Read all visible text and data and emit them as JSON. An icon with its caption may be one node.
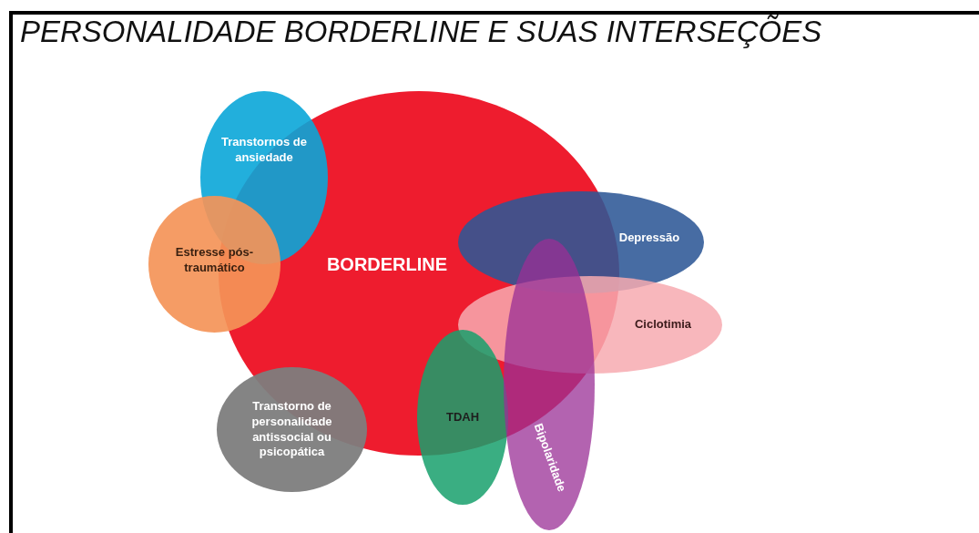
{
  "diagram": {
    "title": "PERSONALIDADE BORDERLINE E SUAS INTERSEÇÕES",
    "nodes": [
      {
        "text": [
          "BORDERLINE"
        ]
      },
      {
        "text": [
          "Transtornos de ansiedade"
        ]
      },
      {
        "text": [
          "Estresse pós-traumático"
        ]
      },
      {
        "text": [
          "Depressão"
        ]
      },
      {
        "text": [
          "Ciclotimia"
        ]
      },
      {
        "text": [
          "Transtorno de personalidade antissocial ou psicopática"
        ]
      },
      {
        "text": [
          "TDAH"
        ]
      },
      {
        "text": [
          "Bipolaridade"
        ]
      }
    ]
  }
}
